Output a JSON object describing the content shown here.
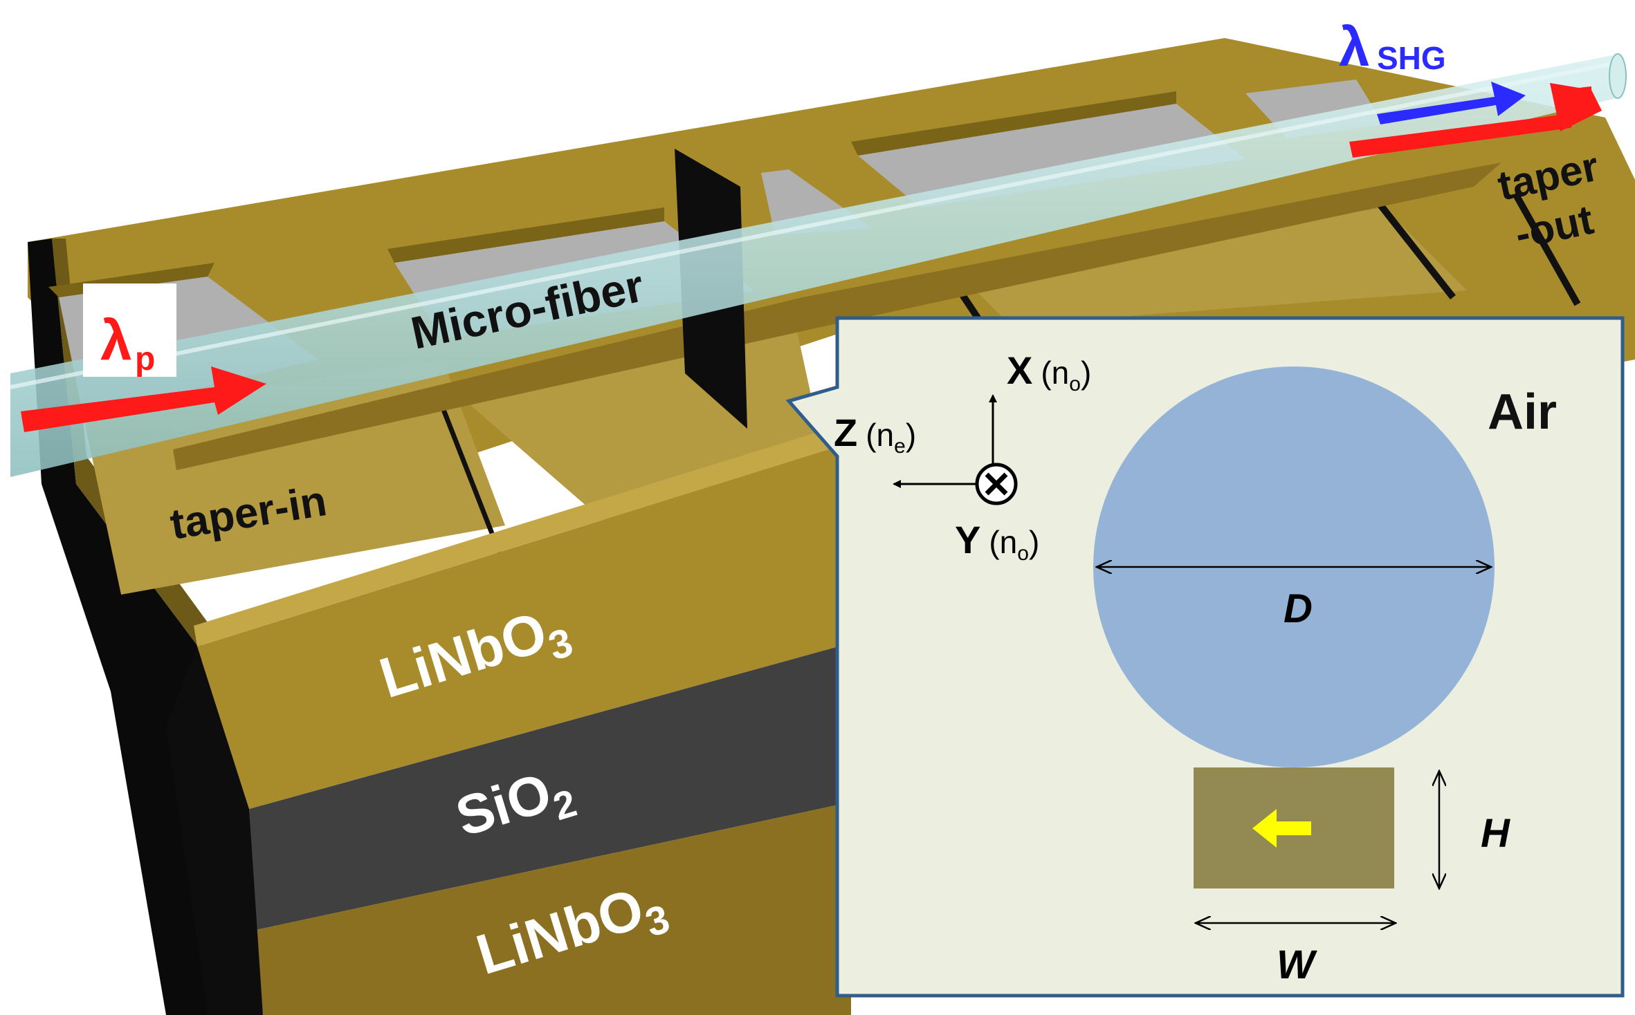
{
  "labels": {
    "lambda_p": {
      "symbol": "λ",
      "sub": "p"
    },
    "lambda_shg": {
      "symbol": "λ",
      "sub": "SHG"
    },
    "micro_fiber": "Micro-fiber",
    "taper_in": "taper-in",
    "taper_out_line1": "taper",
    "taper_out_line2": "-out",
    "linbo3_top": {
      "main": "LiNbO",
      "sub": "3"
    },
    "sio2": {
      "main": "SiO",
      "sub": "2"
    },
    "linbo3_bottom": {
      "main": "LiNbO",
      "sub": "3"
    }
  },
  "inset": {
    "air": "Air",
    "axis_x": {
      "name": "X",
      "index": "(n",
      "index_sub": "o",
      "close": ")"
    },
    "axis_z": {
      "name": "Z",
      "index": "(n",
      "index_sub": "e",
      "close": ")"
    },
    "axis_y": {
      "name": "Y",
      "index": "(n",
      "index_sub": "o",
      "close": ")"
    },
    "dim_d": "D",
    "dim_h": "H",
    "dim_w": "W"
  },
  "colors": {
    "chip_top": "#a88c2c",
    "chip_side": "#8a7020",
    "trench_floor": "#b0b0b0",
    "sio2": "#404040",
    "fiber": "#b8dede",
    "pump_arrow": "#ff1a1a",
    "shg_arrow": "#2b2bff",
    "inset_bg": "#ecefe0",
    "inset_border": "#2f5d8c",
    "fiber_section": "#95b3d7",
    "waveguide": "#938953",
    "polarization_arrow": "#ffff00"
  }
}
